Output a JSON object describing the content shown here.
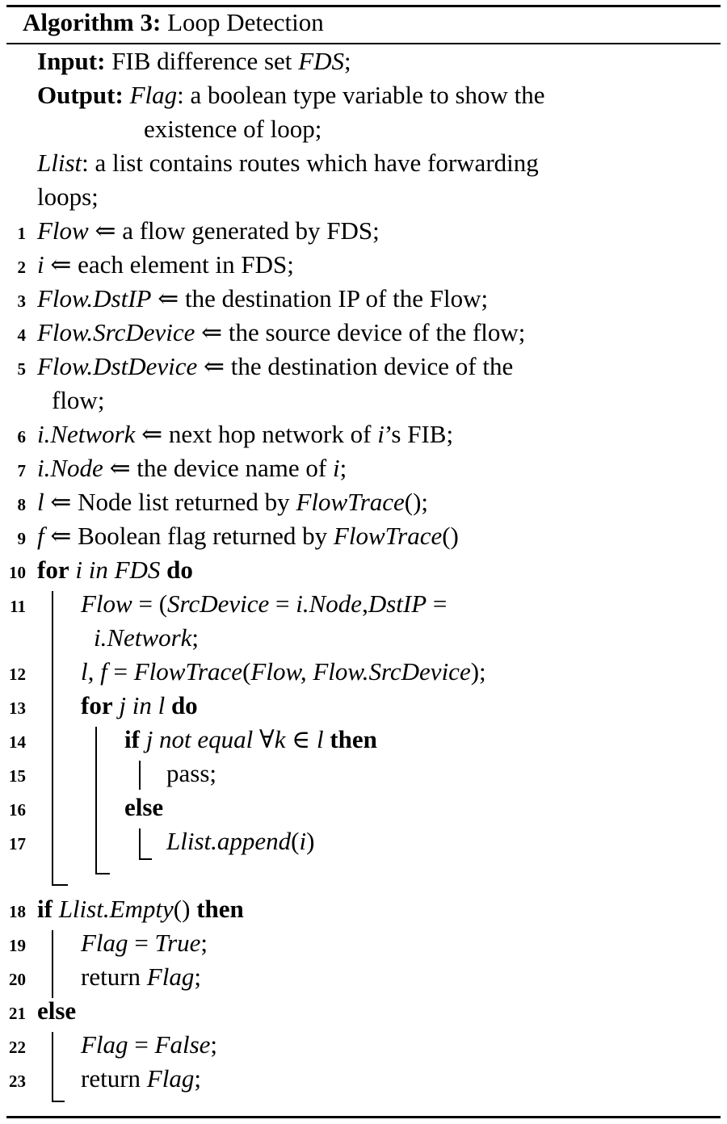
{
  "caption": {
    "label": "Algorithm 3:",
    "title": "Loop Detection"
  },
  "header_lines": [
    {
      "segs": [
        {
          "t": "Input:",
          "s": "b"
        },
        {
          "t": " FIB difference set "
        },
        {
          "t": "FDS",
          "s": "m"
        },
        {
          "t": ";"
        }
      ]
    },
    {
      "segs": [
        {
          "t": "Output:",
          "s": "b"
        },
        {
          "t": "  "
        },
        {
          "t": "Flag",
          "s": "m"
        },
        {
          "t": ": a boolean type variable to show the"
        }
      ]
    },
    {
      "segs": [
        {
          "t": "existence of loop;"
        }
      ]
    },
    {
      "segs": [
        {
          "t": "Llist",
          "s": "m"
        },
        {
          "t": ": a list contains routes which have forwarding"
        }
      ]
    },
    {
      "segs": [
        {
          "t": "loops;"
        }
      ]
    }
  ],
  "steps": [
    {
      "n": "1",
      "segs": [
        {
          "t": "Flow",
          "s": "m"
        },
        {
          "t": " ⇐ a flow generated by FDS;"
        }
      ]
    },
    {
      "n": "2",
      "segs": [
        {
          "t": "i",
          "s": "m"
        },
        {
          "t": " ⇐ each element in FDS;"
        }
      ]
    },
    {
      "n": "3",
      "segs": [
        {
          "t": "Flow.DstIP",
          "s": "m"
        },
        {
          "t": " ⇐ the destination IP of the Flow;"
        }
      ]
    },
    {
      "n": "4",
      "segs": [
        {
          "t": "Flow.SrcDevice",
          "s": "m"
        },
        {
          "t": " ⇐ the source device of the flow;"
        }
      ]
    },
    {
      "n": "5",
      "segs": [
        {
          "t": "Flow.DstDevice",
          "s": "m"
        },
        {
          "t": " ⇐ the destination device of the"
        }
      ]
    },
    {
      "n": "",
      "segs": [
        {
          "t": "flow;"
        }
      ]
    },
    {
      "n": "6",
      "segs": [
        {
          "t": "i.Network",
          "s": "m"
        },
        {
          "t": " ⇐ next hop network of "
        },
        {
          "t": "i",
          "s": "m"
        },
        {
          "t": "’s FIB;"
        }
      ]
    },
    {
      "n": "7",
      "segs": [
        {
          "t": "i.Node",
          "s": "m"
        },
        {
          "t": " ⇐ the device name of "
        },
        {
          "t": "i",
          "s": "m"
        },
        {
          "t": ";"
        }
      ]
    },
    {
      "n": "8",
      "segs": [
        {
          "t": "l",
          "s": "m"
        },
        {
          "t": " ⇐ Node list returned by "
        },
        {
          "t": "FlowTrace",
          "s": "m"
        },
        {
          "t": "();"
        }
      ]
    },
    {
      "n": "9",
      "segs": [
        {
          "t": "f",
          "s": "m"
        },
        {
          "t": " ⇐ Boolean flag returned by "
        },
        {
          "t": "FlowTrace",
          "s": "m"
        },
        {
          "t": "()"
        }
      ]
    },
    {
      "n": "10",
      "segs": [
        {
          "t": "for",
          "s": "b"
        },
        {
          "t": " "
        },
        {
          "t": "i in FDS",
          "s": "m"
        },
        {
          "t": " "
        },
        {
          "t": "do",
          "s": "b"
        }
      ]
    },
    {
      "n": "11",
      "segs": [
        {
          "t": "Flow",
          "s": "m"
        },
        {
          "t": " = ("
        },
        {
          "t": "SrcDevice",
          "s": "m"
        },
        {
          "t": " = "
        },
        {
          "t": "i.Node",
          "s": "m"
        },
        {
          "t": ","
        },
        {
          "t": "DstIP",
          "s": "m"
        },
        {
          "t": " ="
        }
      ]
    },
    {
      "n": "",
      "segs": [
        {
          "t": "i.Network",
          "s": "m"
        },
        {
          "t": ";"
        }
      ]
    },
    {
      "n": "12",
      "segs": [
        {
          "t": "l, f",
          "s": "m"
        },
        {
          "t": " = "
        },
        {
          "t": "FlowTrace",
          "s": "m"
        },
        {
          "t": "("
        },
        {
          "t": "Flow, Flow.SrcDevice",
          "s": "m"
        },
        {
          "t": ");"
        }
      ]
    },
    {
      "n": "13",
      "segs": [
        {
          "t": "for",
          "s": "b"
        },
        {
          "t": " "
        },
        {
          "t": "j in l",
          "s": "m"
        },
        {
          "t": " "
        },
        {
          "t": "do",
          "s": "b"
        }
      ]
    },
    {
      "n": "14",
      "segs": [
        {
          "t": "if",
          "s": "b"
        },
        {
          "t": " "
        },
        {
          "t": "j not equal",
          "s": "m"
        },
        {
          "t": " ∀"
        },
        {
          "t": "k",
          "s": "m"
        },
        {
          "t": " ∈ "
        },
        {
          "t": "l",
          "s": "m"
        },
        {
          "t": " "
        },
        {
          "t": "then",
          "s": "b"
        }
      ]
    },
    {
      "n": "15",
      "segs": [
        {
          "t": "pass;"
        }
      ]
    },
    {
      "n": "16",
      "segs": [
        {
          "t": "else",
          "s": "b"
        }
      ]
    },
    {
      "n": "17",
      "segs": [
        {
          "t": "Llist.append",
          "s": "m"
        },
        {
          "t": "("
        },
        {
          "t": "i",
          "s": "m"
        },
        {
          "t": ")"
        }
      ]
    },
    {
      "n": "18",
      "segs": [
        {
          "t": "if",
          "s": "b"
        },
        {
          "t": " "
        },
        {
          "t": "Llist.Empty",
          "s": "m"
        },
        {
          "t": "() "
        },
        {
          "t": "then",
          "s": "b"
        }
      ]
    },
    {
      "n": "19",
      "segs": [
        {
          "t": "Flag",
          "s": "m"
        },
        {
          "t": " = "
        },
        {
          "t": "True",
          "s": "m"
        },
        {
          "t": ";"
        }
      ]
    },
    {
      "n": "20",
      "segs": [
        {
          "t": "return "
        },
        {
          "t": "Flag",
          "s": "m"
        },
        {
          "t": ";"
        }
      ]
    },
    {
      "n": "21",
      "segs": [
        {
          "t": "else",
          "s": "b"
        }
      ]
    },
    {
      "n": "22",
      "segs": [
        {
          "t": "Flag",
          "s": "m"
        },
        {
          "t": " = "
        },
        {
          "t": "False",
          "s": "m"
        },
        {
          "t": ";"
        }
      ]
    },
    {
      "n": "23",
      "segs": [
        {
          "t": "return "
        },
        {
          "t": "Flag",
          "s": "m"
        },
        {
          "t": ";"
        }
      ]
    }
  ]
}
